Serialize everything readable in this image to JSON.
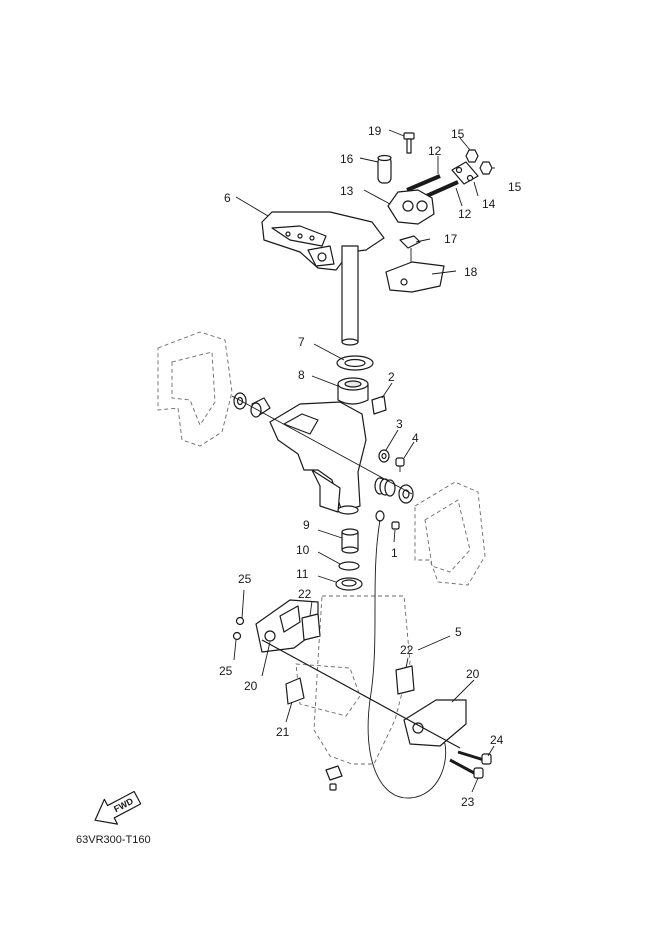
{
  "diagram_code": "63VR300-T160",
  "fwd_label": "FWD",
  "callouts": [
    "19",
    "16",
    "12",
    "15",
    "15",
    "12",
    "14",
    "13",
    "6",
    "17",
    "18",
    "7",
    "8",
    "2",
    "3",
    "4",
    "9",
    "10",
    "1",
    "11",
    "5",
    "25",
    "22",
    "22",
    "20",
    "25",
    "20",
    "21",
    "24",
    "23"
  ]
}
